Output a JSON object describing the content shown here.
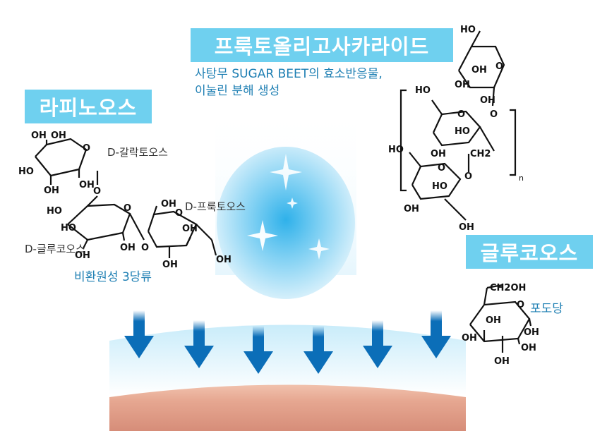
{
  "fos": {
    "title": "프룩토올리고사카라이드",
    "desc_line1": "사탕무 SUGAR BEET의 효소반응물,",
    "desc_line2": "이눌린 분해 생성"
  },
  "raffinose": {
    "title": "라피노오스",
    "galactose_label": "D-갈락토오스",
    "fructose_label": "D-프룩토오스",
    "glucose_label": "D-글루코오스",
    "caption": "비환원성 3당류"
  },
  "glucose": {
    "title": "글루코오스",
    "caption": "포도당"
  },
  "chem": {
    "oh": "OH",
    "ho": "HO",
    "o": "O",
    "ch2oh": "CH2OH",
    "ch2": "CH2",
    "n": "n"
  },
  "colors": {
    "label_bg": "#6fd0ef",
    "arrow": "#0b6eb8",
    "skin": "#e8a690",
    "caption_blue": "#1e7fb3"
  },
  "icons": [
    "down-arrow-icon",
    "sparkle-icon"
  ]
}
